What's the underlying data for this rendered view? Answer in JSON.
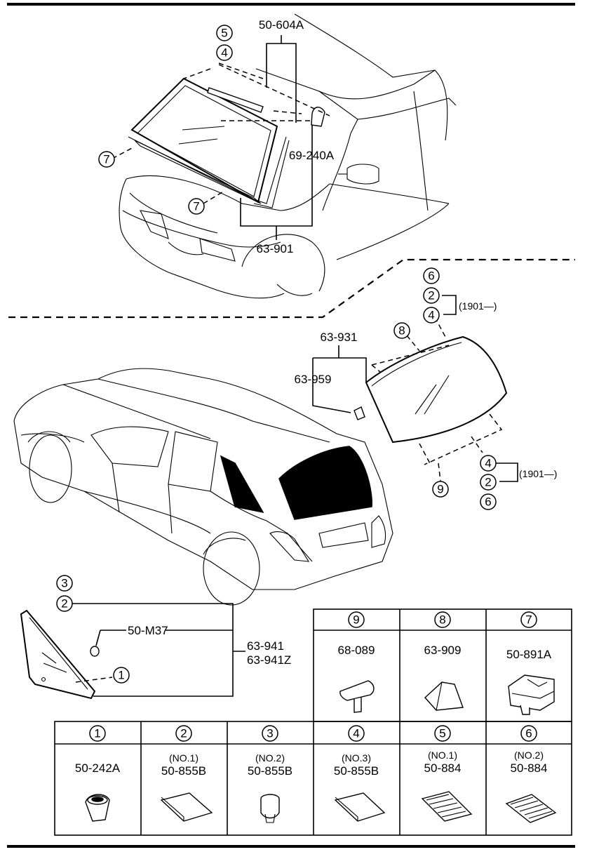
{
  "diagram": {
    "callouts": {
      "c1": "1",
      "c2": "2",
      "c3": "3",
      "c4": "4",
      "c5": "5",
      "c6": "6",
      "c7": "7",
      "c8": "8",
      "c9": "9"
    },
    "part_numbers": {
      "p_50_604A": "50-604A",
      "p_69_240A": "69-240A",
      "p_63_901": "63-901",
      "p_63_931": "63-931",
      "p_63_959": "63-959",
      "p_50_M37": "50-M37",
      "p_63_941": "63-941",
      "p_63_941Z": "63-941Z"
    },
    "serial_note": "(1901—)",
    "legend_top": [
      {
        "callout": "9",
        "part": "68-089"
      },
      {
        "callout": "8",
        "part": "63-909"
      },
      {
        "callout": "7",
        "part": "50-891A"
      }
    ],
    "legend_bottom": [
      {
        "callout": "1",
        "note": "",
        "part": "50-242A"
      },
      {
        "callout": "2",
        "note": "(NO.1)",
        "part": "50-855B"
      },
      {
        "callout": "3",
        "note": "(NO.2)",
        "part": "50-855B"
      },
      {
        "callout": "4",
        "note": "(NO.3)",
        "part": "50-855B"
      },
      {
        "callout": "5",
        "note": "(NO.1)",
        "part": "50-884"
      },
      {
        "callout": "6",
        "note": "(NO.2)",
        "part": "50-884"
      }
    ]
  }
}
